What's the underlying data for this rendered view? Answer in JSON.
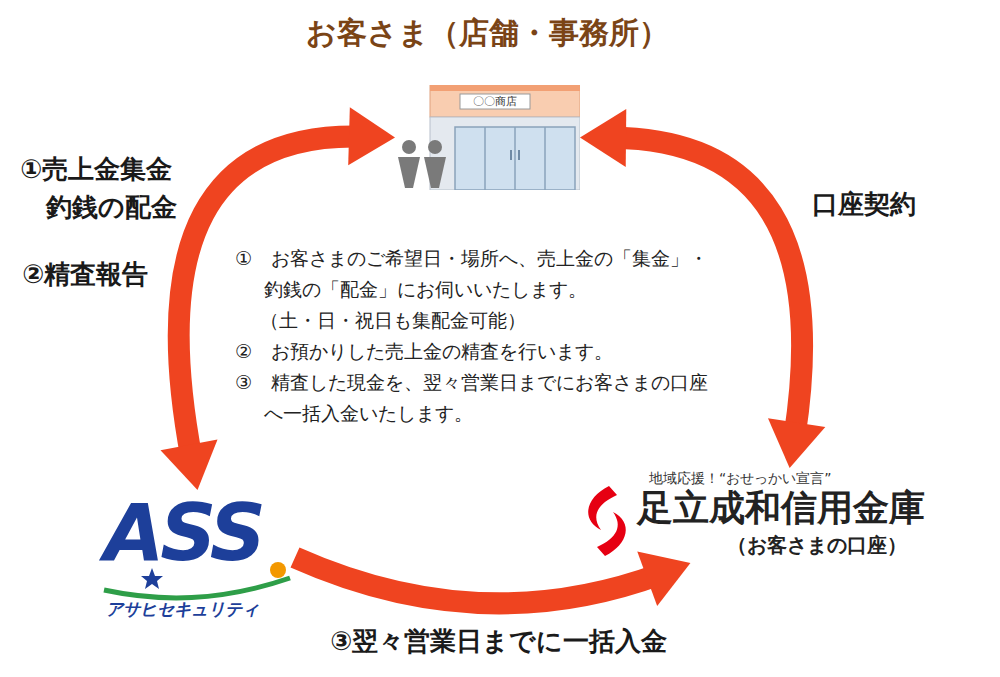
{
  "diagram": {
    "nodes": [
      {
        "text": [
          "お客さま（店舗・事務所）",
          "〇〇商店"
        ]
      },
      {
        "text": [
          "ASS",
          "アサヒセキュリティ"
        ]
      },
      {
        "text": [
          "地域応援！“おせっかい宣言”",
          "足立成和信用金庫",
          "（お客さまの口座）"
        ]
      },
      {
        "text": [
          "①　お客さまのご希望日・場所へ、売上金の「集金」・釣銭の「配金」にお伺いいたします。",
          "（土・日・祝日も集配金可能）",
          "②　お預かりした売上金の精査を行います。",
          "③　精査した現金を、翌々営業日までにお客さまの口座へ一括入金いたします。"
        ]
      }
    ],
    "edges": [
      {
        "from": 0,
        "to": 1,
        "arrow": "both",
        "label": "①売上金集金 釣銭の配金"
      },
      {
        "from": 0,
        "to": 2,
        "arrow": "both",
        "label": "口座契約"
      },
      {
        "from": 1,
        "to": 2,
        "arrow": "to",
        "label": "③翌々営業日までに一括入金"
      }
    ],
    "labels": [
      "②精査報告"
    ]
  }
}
